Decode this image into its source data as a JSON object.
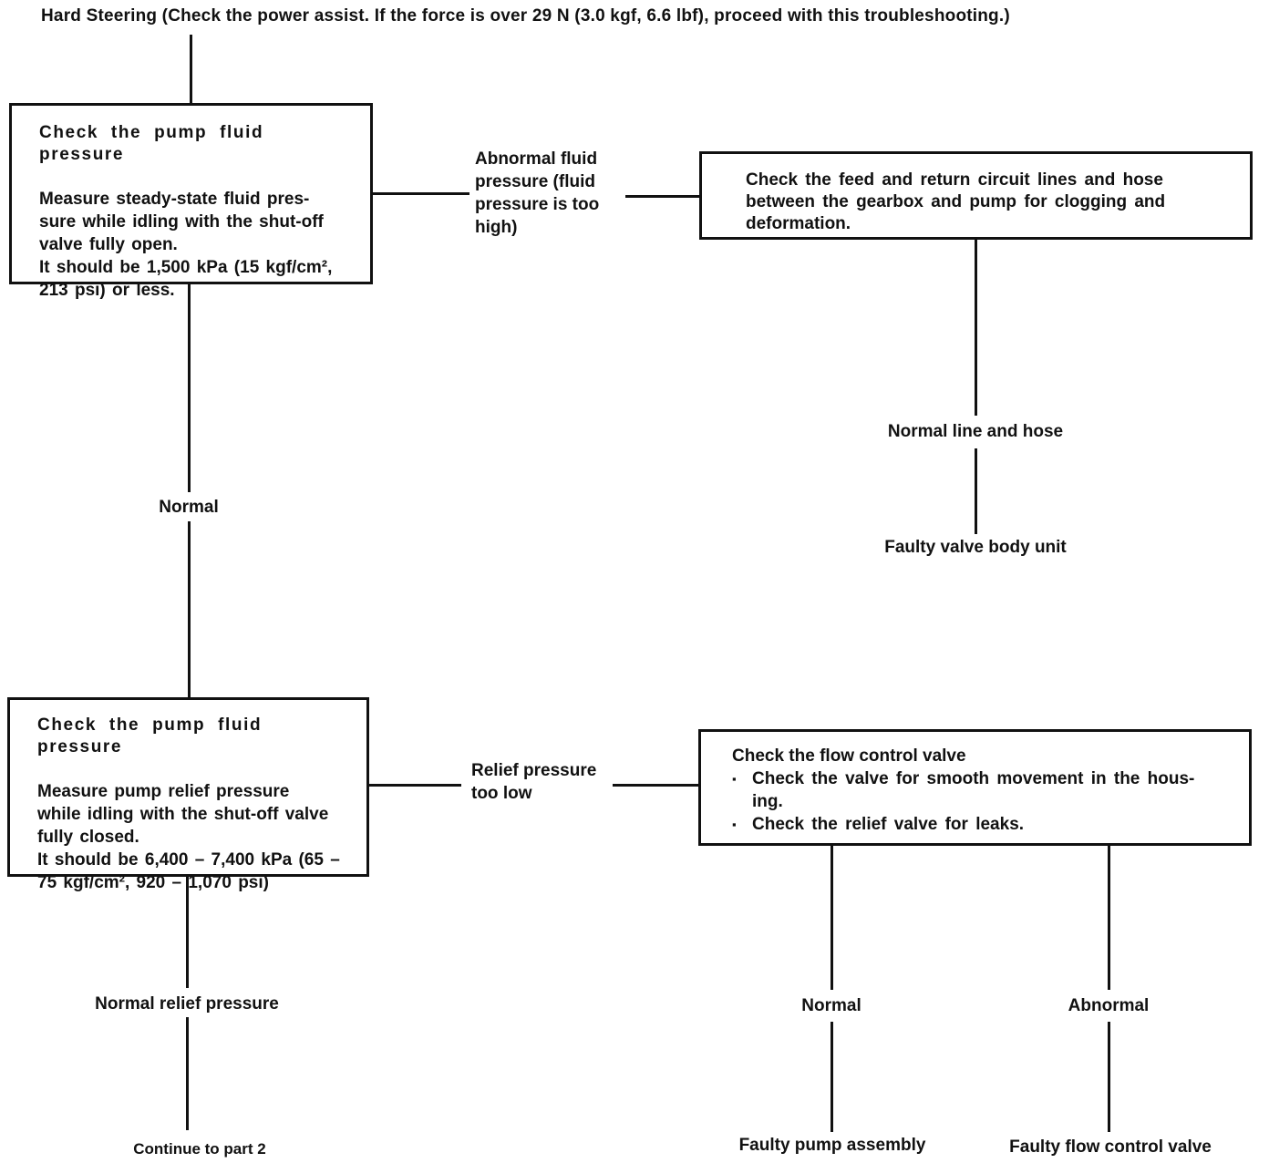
{
  "page": {
    "title": "Hard Steering (Check the power assist.  If the force is over 29 N (3.0 kgf, 6.6 lbf), proceed with this troubleshooting.)"
  },
  "boxes": {
    "pump_pressure_open": {
      "heading": "Check the pump fluid pressure",
      "body": "Measure steady-state fluid pres-\nsure while idling with the shut-off\nvalve fully open.\nIt should be 1,500 kPa (15 kgf/cm²,\n213 psi) or less."
    },
    "feed_return_lines": {
      "body": "Check the feed and return circuit lines and hose\nbetween the gearbox and pump for clogging and\ndeformation."
    },
    "pump_pressure_closed": {
      "heading": "Check the pump fluid pressure",
      "body": "Measure pump relief pressure\nwhile idling with the shut-off valve\nfully closed.\nIt should be 6,400 – 7,400 kPa (65 –\n75 kgf/cm², 920 – 1,070 psi)"
    },
    "flow_control_valve": {
      "heading": "Check the flow control valve",
      "bullet_glyph": "▪",
      "bullets": [
        "Check the valve for smooth movement in the hous-\ning.",
        "Check the relief valve for leaks."
      ]
    }
  },
  "labels": {
    "abnormal_fluid_pressure": "Abnormal fluid\npressure (fluid\npressure is too\nhigh)",
    "normal_line_and_hose": "Normal line and hose",
    "faulty_valve_body_unit": "Faulty valve body unit",
    "normal_after_box1": "Normal",
    "relief_pressure_too_low": "Relief pressure\ntoo low",
    "normal_relief_pressure": "Normal relief pressure",
    "continue_to_part_2": "Continue to part 2",
    "normal_after_box4": "Normal",
    "abnormal_after_box4": "Abnormal",
    "faulty_pump_assembly": "Faulty pump assembly",
    "faulty_flow_control_valve": "Faulty flow control valve"
  },
  "colors": {
    "ink": "#111111",
    "background": "#ffffff"
  }
}
